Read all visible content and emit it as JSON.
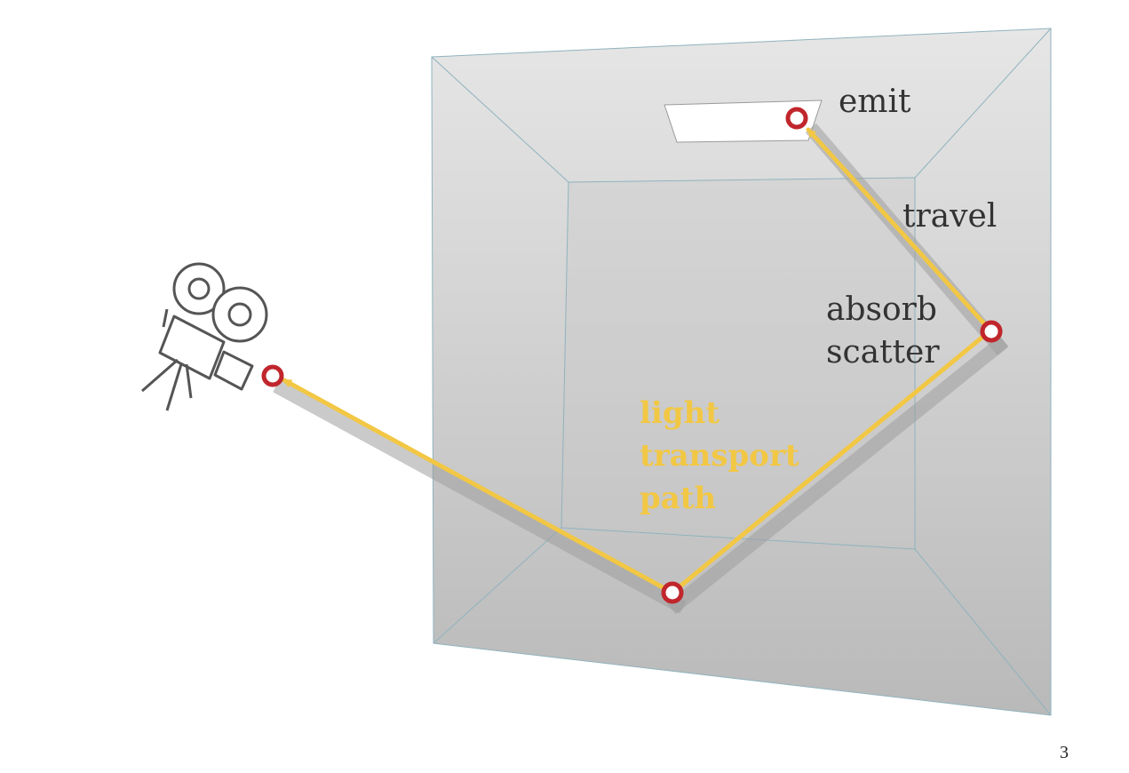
{
  "labels": {
    "emit": "emit",
    "travel": "travel",
    "absorb": "absorb",
    "scatter": "scatter",
    "light_path": [
      "light",
      "transport",
      "path"
    ]
  },
  "page_number": "3",
  "icons": {
    "camera": "movie-camera-icon"
  },
  "colors": {
    "path": "#f2c744",
    "vertex_ring": "#c0262c",
    "box_edge": "#8fb3bd",
    "label_text": "#333333",
    "path_label": "#f2c744"
  }
}
